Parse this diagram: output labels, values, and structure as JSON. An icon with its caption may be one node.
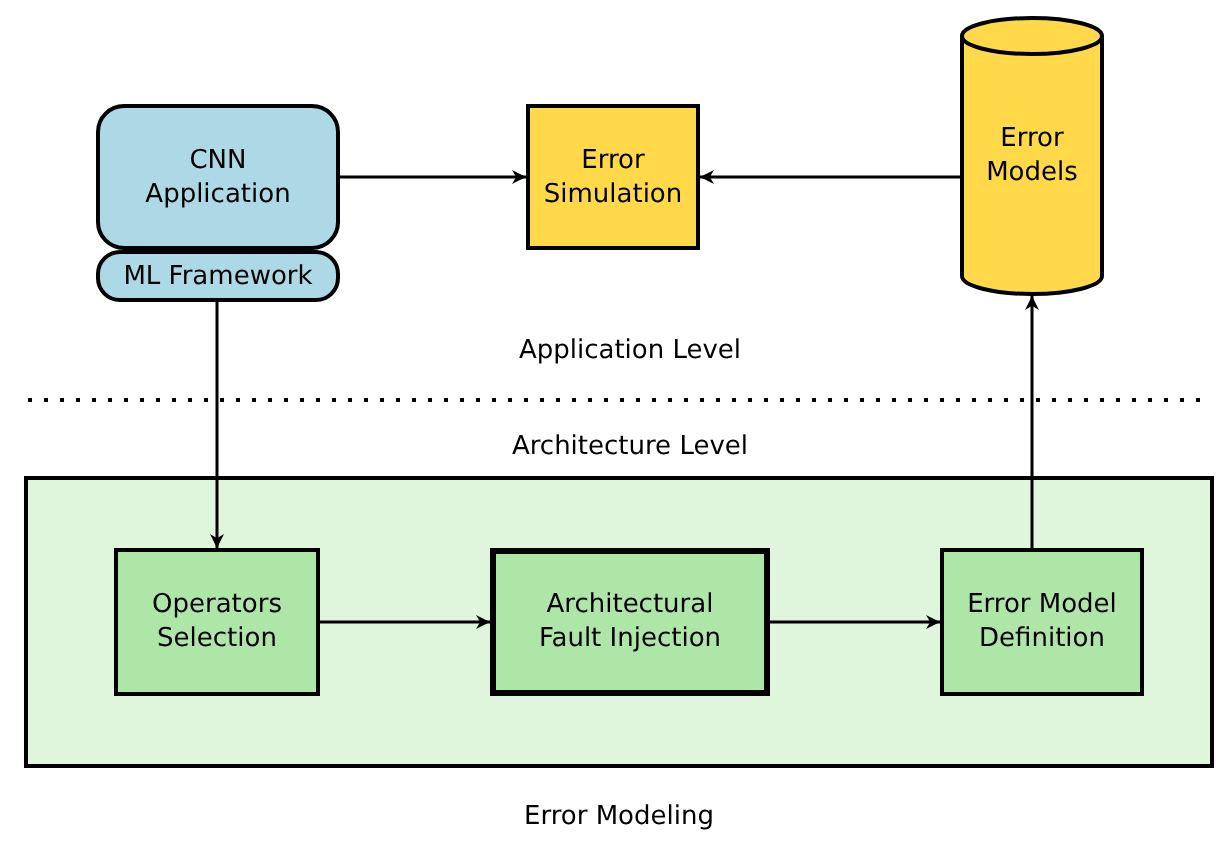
{
  "diagram": {
    "nodes": [
      {
        "text": [
          "CNN Application"
        ]
      },
      {
        "text": [
          "ML Framework"
        ]
      },
      {
        "text": [
          "Error Simulation"
        ]
      },
      {
        "text": [
          "Error Models"
        ]
      },
      {
        "text": [
          "Error Modeling"
        ]
      },
      {
        "text": [
          "Operators Selection"
        ],
        "in": 4
      },
      {
        "text": [
          "Architectural Fault Injection"
        ],
        "in": 4
      },
      {
        "text": [
          "Error Model Definition"
        ],
        "in": 4
      }
    ],
    "edges": [
      {
        "from": 0,
        "to": 2,
        "arrow": "to"
      },
      {
        "from": 3,
        "to": 2,
        "arrow": "to"
      },
      {
        "from": 1,
        "to": 5,
        "arrow": "to"
      },
      {
        "from": 5,
        "to": 6,
        "arrow": "to"
      },
      {
        "from": 6,
        "to": 7,
        "arrow": "to"
      },
      {
        "from": 7,
        "to": 3,
        "arrow": "to"
      }
    ],
    "labels": [
      "Application Level",
      "Architecture Level"
    ]
  }
}
